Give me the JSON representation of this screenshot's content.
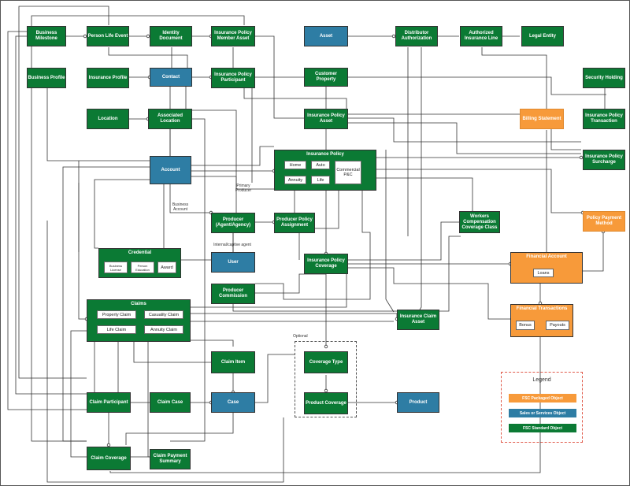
{
  "nodes": {
    "business_milestone": "Business Milestone",
    "person_life_event": "Person Life Event",
    "identity_document": "Identity Document",
    "insurance_policy_member_asset": "Insurance Policy Member Asset",
    "asset": "Asset",
    "distributor_authorization": "Distributor Authorization",
    "authorized_insurance_line": "Authorized Insurance Line",
    "legal_entity": "Legal Entity",
    "business_profile": "Business Profile",
    "insurance_profile": "Insurance Profile",
    "contact": "Contact",
    "insurance_policy_participant": "Insurance Policy Participant",
    "customer_property": "Customer Property",
    "security_holding": "Security Holding",
    "location": "Location",
    "associated_location": "Associated Location",
    "insurance_policy_asset": "Insurance Policy Asset",
    "billing_statement": "Billing Statement",
    "insurance_policy_transaction": "Insurance Policy Transaction",
    "account": "Account",
    "insurance_policy_surcharge": "Insurance Policy Surcharge",
    "producer": "Producer (Agent/Agency)",
    "producer_policy_assignment": "Producer Policy Assignment",
    "workers_comp": "Workers Compensation Coverage Class",
    "policy_payment_method": "Policy Payment Method",
    "user": "User",
    "insurance_policy_coverage": "Insurance Policy Coverage",
    "producer_commission": "Producer Commission",
    "insurance_claim_asset": "Insurance Claim Asset",
    "claim_item": "Claim Item",
    "coverage_type": "Coverage Type",
    "claim_participant": "Claim Participant",
    "claim_case": "Claim Case",
    "case": "Case",
    "product_coverage": "Product Coverage",
    "product": "Product",
    "claim_coverage": "Claim Coverage",
    "claim_payment_summary": "Claim Payment Summary"
  },
  "insurance_policy": {
    "title": "Insurance Policy",
    "home": "Home",
    "auto": "Auto",
    "annuity": "Annuity",
    "life": "Life",
    "commercial": "Commercial P&C"
  },
  "credential": {
    "title": "Credential",
    "business_license": "Business License",
    "person_education": "Person Education",
    "award": "Award"
  },
  "claims": {
    "title": "Claims",
    "property_claim": "Property Claim",
    "casualty_claim": "Casuality Claim",
    "life_claim": "Life Claim",
    "annuity_claim": "Annuity Claim"
  },
  "financial_account": {
    "title": "Financial Account",
    "loans": "Loans"
  },
  "financial_transactions": {
    "title": "Financial Transactions",
    "bonus": "Bonus",
    "payouts": "Payouts"
  },
  "labels": {
    "primary_producer": "Primary Producer",
    "business_account": "Business Account",
    "internal_captive_agent": "Internal/captive agent",
    "optional": "Optional"
  },
  "legend": {
    "title": "Legend",
    "fsc_packaged": "FSC Packaged Object",
    "sales_services": "Sales or Services Object",
    "fsc_standard": "FSC Standard Object"
  },
  "colors": {
    "fsc_standard": "#0b7a34",
    "sales_services": "#2e7da4",
    "fsc_packaged": "#f79a3a"
  }
}
